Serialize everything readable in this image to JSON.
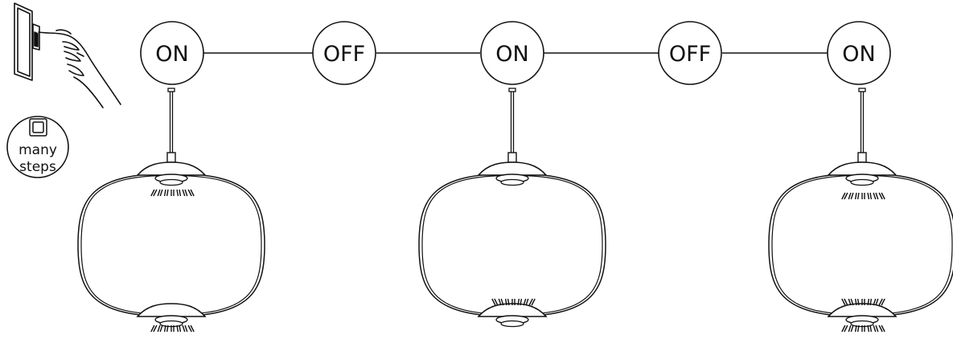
{
  "badge": {
    "icon": "switch-square-icon",
    "line1": "many",
    "line2": "steps"
  },
  "sequence": [
    {
      "label": "ON",
      "has_lamp": true
    },
    {
      "label": "OFF",
      "has_lamp": false
    },
    {
      "label": "ON",
      "has_lamp": true
    },
    {
      "label": "OFF",
      "has_lamp": false
    },
    {
      "label": "ON",
      "has_lamp": true
    }
  ],
  "colors": {
    "stroke": "#111111",
    "background": "#ffffff"
  }
}
